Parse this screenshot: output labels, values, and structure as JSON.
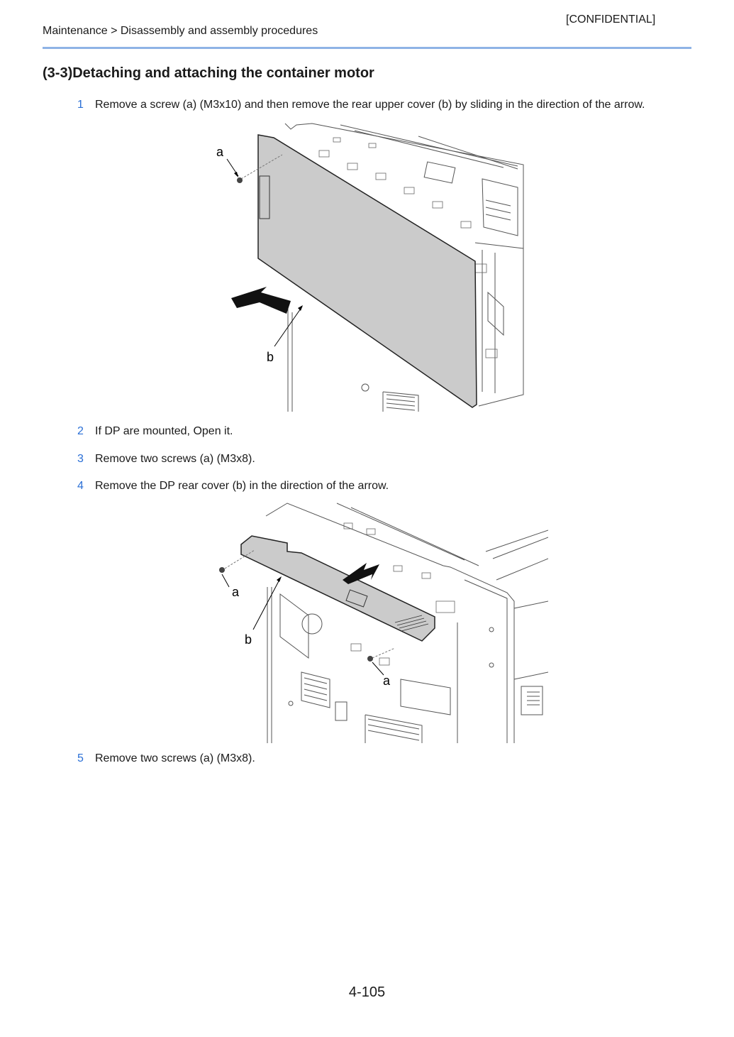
{
  "header": {
    "confidential": "[CONFIDENTIAL]",
    "breadcrumb": "Maintenance > Disassembly and assembly procedures"
  },
  "section": {
    "title": "(3-3)Detaching and attaching the container motor"
  },
  "steps": [
    {
      "number": "1",
      "text": "Remove a screw (a) (M3x10) and then remove the rear upper cover (b) by sliding in the direction of the arrow."
    },
    {
      "number": "2",
      "text": "If DP are mounted, Open it."
    },
    {
      "number": "3",
      "text": "Remove two screws (a) (M3x8)."
    },
    {
      "number": "4",
      "text": "Remove the DP rear cover (b) in the direction of the arrow."
    },
    {
      "number": "5",
      "text": "Remove two screws (a) (M3x8)."
    }
  ],
  "figures": {
    "figure1": {
      "label_screw": "a",
      "label_cover": "b"
    },
    "figure2": {
      "label_screw_left": "a",
      "label_cover": "b",
      "label_screw_right": "a"
    }
  },
  "footer": {
    "page_number": "4-105"
  }
}
